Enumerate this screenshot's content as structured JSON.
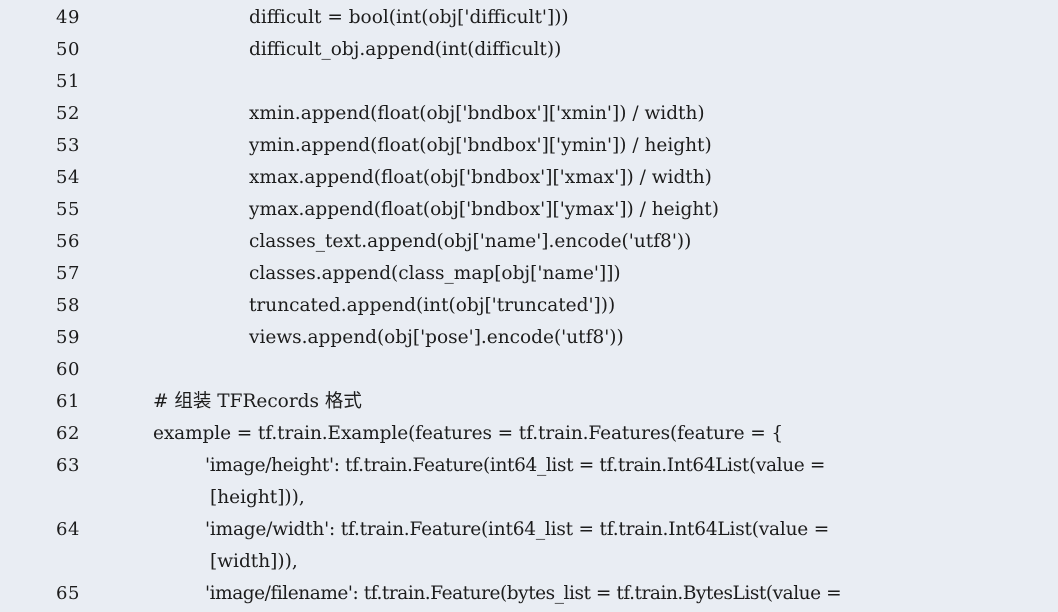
{
  "code_lines": [
    {
      "number": "49",
      "text": "difficult = bool(int(obj['difficult']))"
    },
    {
      "number": "50",
      "text": "difficult_obj.append(int(difficult))"
    },
    {
      "number": "51",
      "text": ""
    },
    {
      "number": "52",
      "text": "xmin.append(float(obj['bndbox']['xmin']) / width)"
    },
    {
      "number": "53",
      "text": "ymin.append(float(obj['bndbox']['ymin']) / height)"
    },
    {
      "number": "54",
      "text": "xmax.append(float(obj['bndbox']['xmax']) / width)"
    },
    {
      "number": "55",
      "text": "ymax.append(float(obj['bndbox']['ymax']) / height)"
    },
    {
      "number": "56",
      "text": "classes_text.append(obj['name'].encode('utf8'))"
    },
    {
      "number": "57",
      "text": "classes.append(class_map[obj['name']])"
    },
    {
      "number": "58",
      "text": "truncated.append(int(obj['truncated']))"
    },
    {
      "number": "59",
      "text": "views.append(obj['pose'].encode('utf8'))"
    },
    {
      "number": "60",
      "text": ""
    },
    {
      "number": "61",
      "text": "# 组装 TFRecords 格式"
    },
    {
      "number": "62",
      "text": "example = tf.train.Example(features = tf.train.Features(feature = {"
    },
    {
      "number": "63",
      "text": "'image/height': tf.train.Feature(int64_list = tf.train.Int64List(value =",
      "continuation": "[height])),"
    },
    {
      "number": "64",
      "text": "'image/width': tf.train.Feature(int64_list = tf.train.Int64List(value =",
      "continuation": "[width])),"
    },
    {
      "number": "65",
      "text": "'image/filename': tf.train.Feature(bytes_list = tf.train.BytesList(value ="
    }
  ],
  "colors": {
    "background": "#e9edf3",
    "text": "#1c1c1c"
  }
}
